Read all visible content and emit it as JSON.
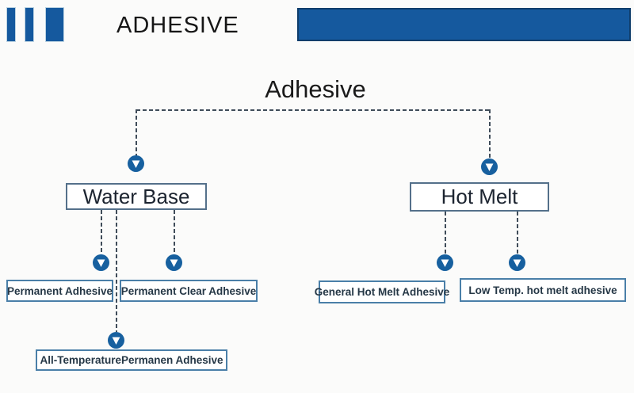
{
  "header": {
    "brand": "ADHESIVE",
    "logo_icon": "three-vertical-bars-icon",
    "banner_icon": "solid-blue-banner"
  },
  "diagram": {
    "root_label": "Adhesive",
    "connector_icon": "circle-down-arrow",
    "branches": [
      {
        "label": "Water Base",
        "children": [
          {
            "label": "Permanent Adhesive"
          },
          {
            "label": "All-TemperaturePermanen Adhesive"
          },
          {
            "label": "Permanent Clear Adhesive"
          }
        ]
      },
      {
        "label": "Hot Melt",
        "children": [
          {
            "label": "General Hot Melt Adhesive"
          },
          {
            "label": "Low Temp. hot melt adhesive"
          }
        ]
      }
    ]
  },
  "colors": {
    "accent_blue": "#15599E",
    "icon_blue": "#17609F",
    "dash_line": "#3F4C59",
    "leaf_border": "#4A7FA8",
    "parent_border": "#54708A",
    "title_text": "#1A1A1A",
    "leaf_text": "#253746"
  }
}
